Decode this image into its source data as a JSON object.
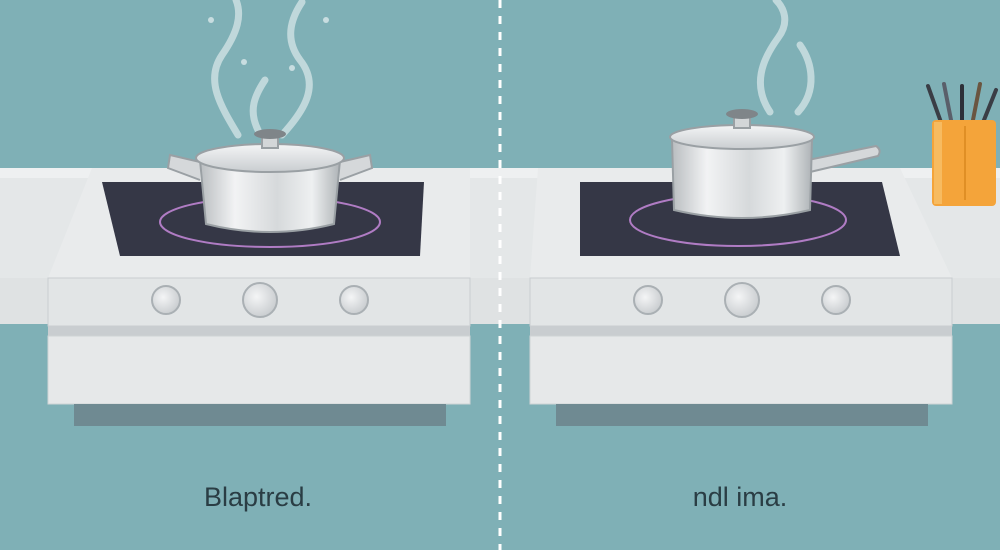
{
  "captions": {
    "left": "Blaptred.",
    "right": "ndl ima."
  },
  "colors": {
    "background": "#7fb0b6",
    "counter": "#e6e8e9",
    "cooktop": "#353746",
    "burner_ring": "#b07cc4",
    "pot": "#d9dcde",
    "steam": "#c8dde0",
    "pencil_cup": "#f4a43a",
    "divider": "#ffffff"
  },
  "scenes": [
    {
      "side": "left",
      "pot": "two-handle pot with lid",
      "knobs": 3,
      "steam": true
    },
    {
      "side": "right",
      "pot": "saucepan with long handle",
      "knobs": 3,
      "steam": true,
      "extra": "pencil cup"
    }
  ]
}
